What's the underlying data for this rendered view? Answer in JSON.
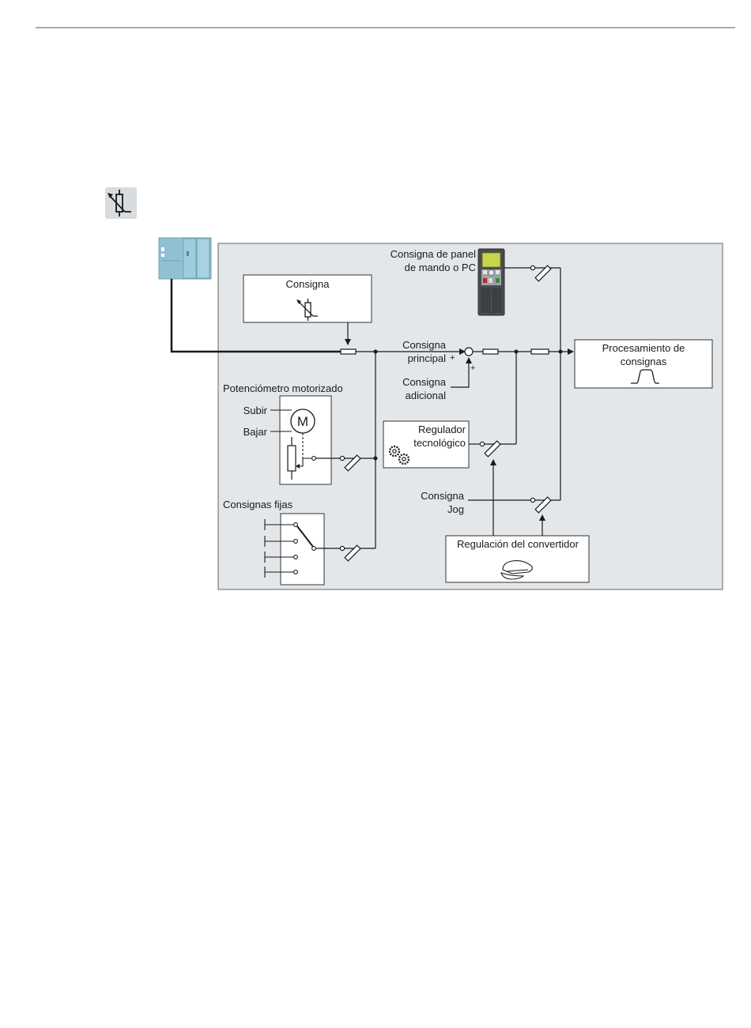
{
  "labels": {
    "consigna_box": "Consigna",
    "panel_line1": "Consigna de panel",
    "panel_line2": "de mando o PC",
    "main_line1": "Consigna",
    "main_line2": "principal",
    "add_line1": "Consigna",
    "add_line2": "adicional",
    "plus_main": "+",
    "plus_add": "+",
    "proc_line1": "Procesamiento de",
    "proc_line2": "consignas",
    "motor_pot": "Potenciómetro motorizado",
    "subir": "Subir",
    "bajar": "Bajar",
    "motor_m": "M",
    "reg_line1": "Regulador",
    "reg_line2": "tecnológico",
    "jog_line1": "Consigna",
    "jog_line2": "Jog",
    "fixed": "Consignas fijas",
    "conv": "Regulación del convertidor"
  },
  "icons": {
    "header": "potentiometer-icon",
    "plc": "plc-controller-icon",
    "panel": "operator-panel-icon",
    "gears": "gears-icon",
    "cap": "operator-cap-icon",
    "ramp": "ramp-function-icon"
  },
  "colors": {
    "panel_bg": "#e4e7ea",
    "icon_bg": "#d9dcdf",
    "plc": "#8fc1d2",
    "line": "#1a1a1a"
  }
}
